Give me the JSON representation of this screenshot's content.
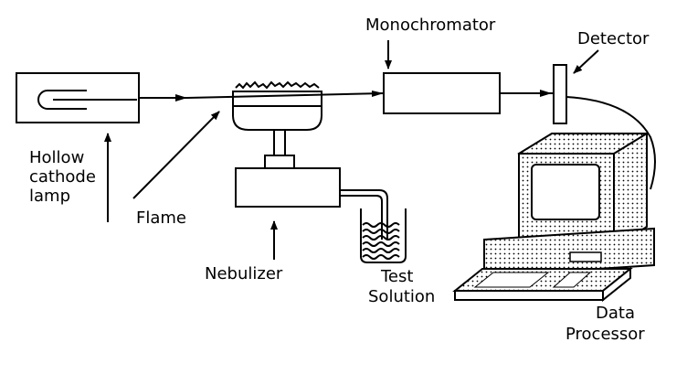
{
  "labels": {
    "monochromator": "Monochromator",
    "detector": "Detector",
    "hollow_cathode_lamp": [
      "Hollow",
      "cathode",
      "lamp"
    ],
    "flame": "Flame",
    "nebulizer": "Nebulizer",
    "test_solution": [
      "Test",
      "Solution"
    ],
    "data_processor": [
      "Data",
      "Processor"
    ]
  },
  "colors": {
    "ink": "#000000",
    "paper": "#ffffff"
  }
}
